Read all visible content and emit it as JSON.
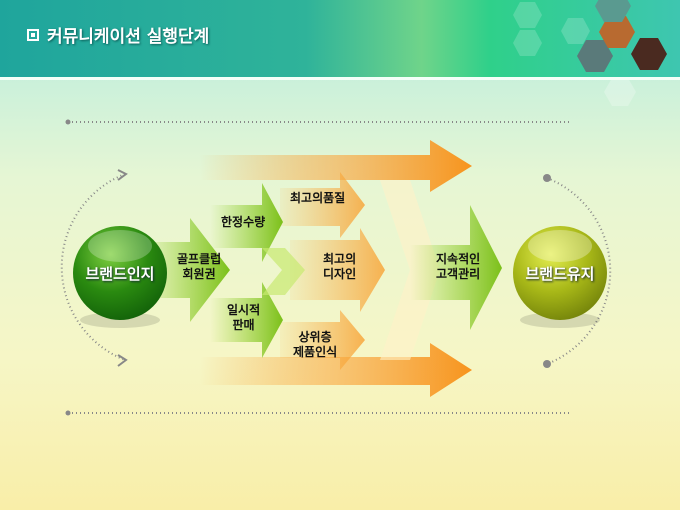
{
  "title": "커뮤니케이션 실행단계",
  "start": "브랜드인지",
  "end": "브랜드유지",
  "labels": {
    "golf_1": "골프클럽",
    "golf_2": "회원권",
    "limited": "한정수량",
    "temp_1": "일시적",
    "temp_2": "판매",
    "quality": "최고의품질",
    "design_1": "최고의",
    "design_2": "디자인",
    "upper_1": "상위층",
    "upper_2": "제품인식",
    "care_1": "지속적인",
    "care_2": "고객관리"
  },
  "colors": {
    "green": "#3f9a12",
    "orange": "#f7941d",
    "olive": "#9aaa10"
  }
}
